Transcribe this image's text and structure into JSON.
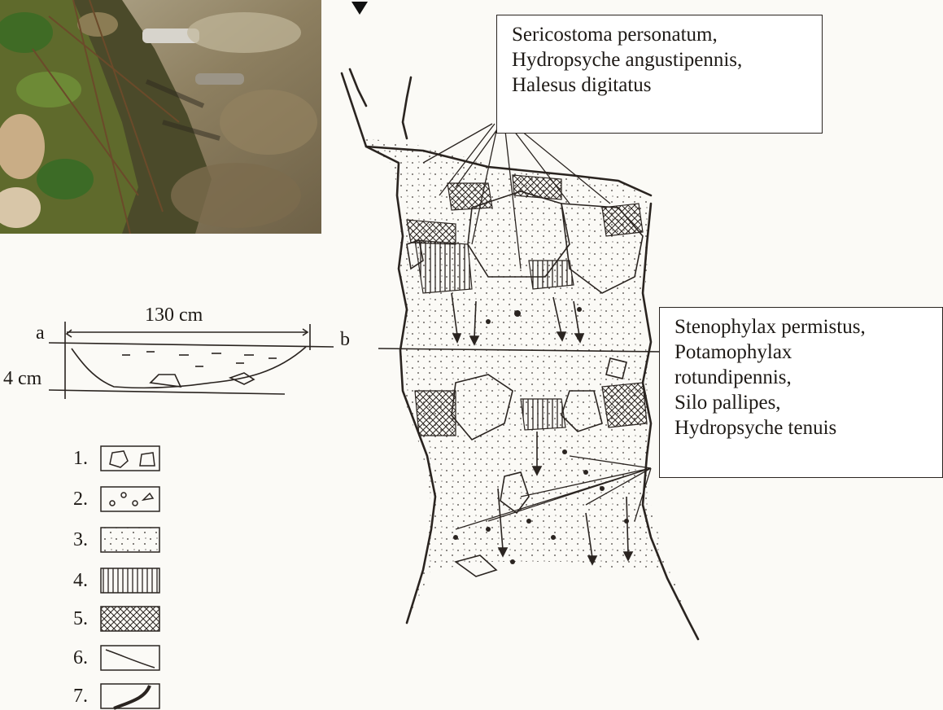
{
  "top_species_box": {
    "lines": [
      "Sericostoma personatum,",
      "Hydropsyche angustipennis,",
      "Halesus digitatus"
    ]
  },
  "right_species_box": {
    "lines": [
      "Stenophylax permistus,",
      "Potamophylax",
      "rotundipennis,",
      "Silo pallipes,",
      "Hydropsyche tenuis"
    ]
  },
  "cross_section": {
    "width_label": "130 cm",
    "depth_label": "4 cm",
    "left_label": "a",
    "right_label": "b"
  },
  "legend": {
    "items": [
      "1.",
      "2.",
      "3.",
      "4.",
      "5.",
      "6.",
      "7."
    ]
  }
}
